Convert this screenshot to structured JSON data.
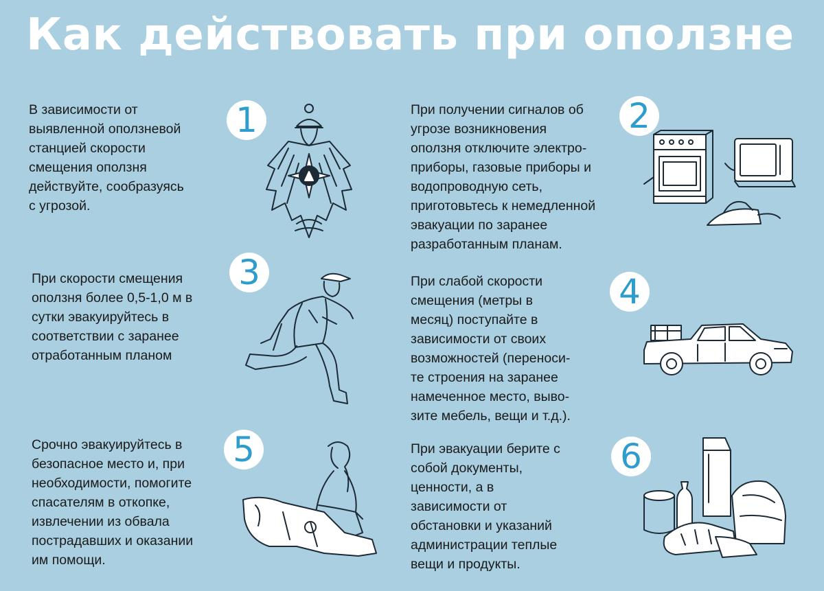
{
  "title": "Как действовать при оползне",
  "steps": [
    {
      "number": "1",
      "text": "В зависимости от\nвыявленной оползневой\nстанцией скорости\nсмещения оползня\nдействуйте, сообразуясь\nс угрозой."
    },
    {
      "number": "2",
      "text": "При получении сигналов об\nугрозе возникновения\nоползня отключите электро-\nприборы, газовые приборы и\nводопроводную сеть,\nприготовьтесь к немедленной\nэвакуации по заранее\nразработанным планам."
    },
    {
      "number": "3",
      "text": "При скорости смещения\nоползня более 0,5-1,0 м в\nсутки эвакуируйтесь в\nсоответствии с заранее\nотработанным планом"
    },
    {
      "number": "4",
      "text": "При слабой скорости\nсмещения (метры в\nмесяц) поступайте в\nзависимости от своих\nвозможностей (переноси-\nте строения на заранее\nнамеченное место, выво-\nзите мебель, вещи и т.д.)."
    },
    {
      "number": "5",
      "text": "Срочно эвакуируйтесь в\nбезопасное место и, при\nнеобходимости, помогите\nспасателям в откопке,\nизвлечении из обвала\nпострадавших и оказании\nим помощи."
    },
    {
      "number": "6",
      "text": "При эвакуации берите с\nсобой документы,\nценности, а в\nзависимости от\nобстановки и указаний\nадминистрации теплые\nвещи и продукты."
    }
  ],
  "colors": {
    "background": "#a9cfe0",
    "number": "#2e9ccc",
    "title": "#ffffff"
  },
  "illustrations": [
    "emblem-icon",
    "appliances-icon",
    "running-man-icon",
    "car-icon",
    "rescue-icon",
    "supplies-icon"
  ]
}
